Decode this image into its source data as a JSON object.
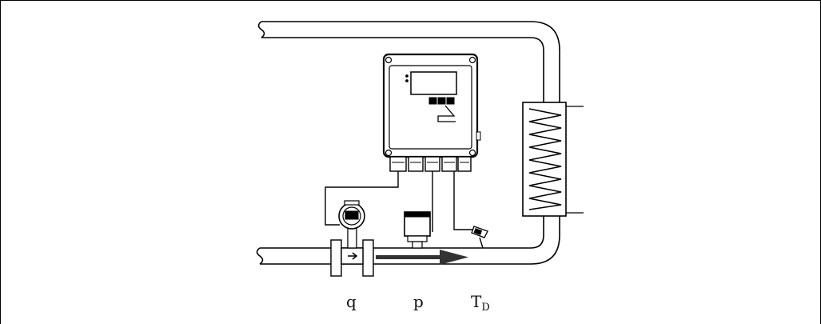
{
  "labels": {
    "flow": "q",
    "pressure": "p",
    "temperature_main": "T",
    "temperature_sub": "D"
  },
  "colors": {
    "line": "#000000",
    "pipe_fill": "#ffffff",
    "flow_arrow": "#333333",
    "background": "#ffffff"
  },
  "components": [
    "pipe-loop",
    "energy-manager-unit",
    "flow-transmitter",
    "pressure-transmitter",
    "temperature-sensor",
    "heat-exchanger",
    "flow-direction-arrow"
  ]
}
